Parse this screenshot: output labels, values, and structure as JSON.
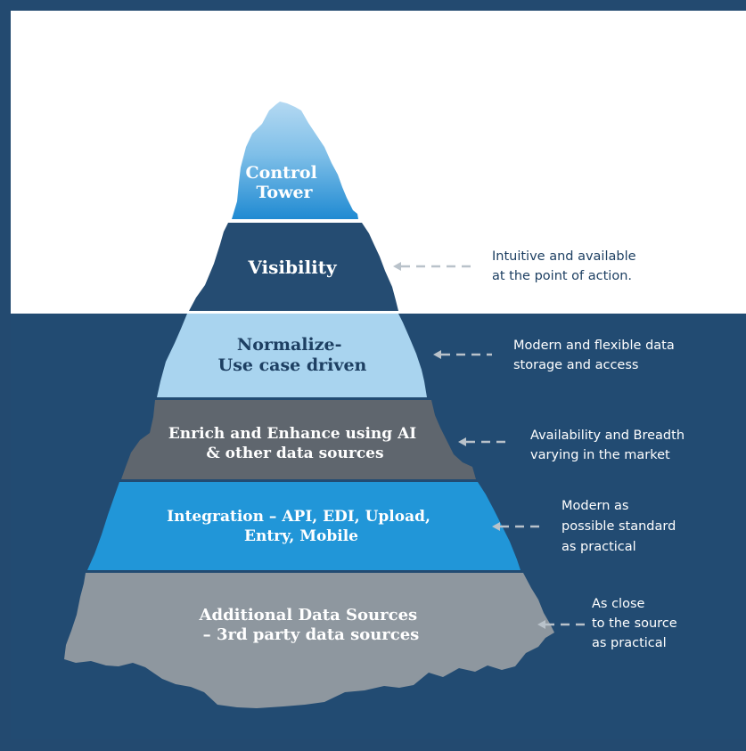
{
  "colors": {
    "frame_background": "#234a70",
    "above_water": "#ffffff",
    "below_water": "#224b72",
    "control_tower_top": "#b4d9f2",
    "control_tower_bottom": "#1f8ad2",
    "visibility": "#254c72",
    "normalize": "#a9d4ef",
    "enrich": "#5f666e",
    "integration": "#2196d8",
    "additional": "#8e979f",
    "arrow": "#b9c2ca",
    "text_dark": "#1d3f62",
    "text_light": "#ffffff"
  },
  "tiers": [
    {
      "lines": [
        "Control",
        "Tower"
      ]
    },
    {
      "lines": [
        "Visibility"
      ]
    },
    {
      "lines": [
        "Normalize-",
        "Use case driven"
      ]
    },
    {
      "lines": [
        "Enrich and Enhance using AI",
        "& other data sources"
      ]
    },
    {
      "lines": [
        "Integration – API, EDI, Upload,",
        "Entry, Mobile"
      ]
    },
    {
      "lines": [
        "Additional Data Sources",
        "– 3rd party data sources"
      ]
    }
  ],
  "notes": [
    {
      "lines": [
        "Intuitive and available",
        "at the point of action."
      ]
    },
    {
      "lines": [
        "Modern and flexible data",
        "storage and access"
      ]
    },
    {
      "lines": [
        "Availability and Breadth",
        "varying in the market"
      ]
    },
    {
      "lines": [
        "Modern as",
        "possible standard",
        "as practical"
      ]
    },
    {
      "lines": [
        "As close",
        "to the source",
        "as practical"
      ]
    }
  ]
}
